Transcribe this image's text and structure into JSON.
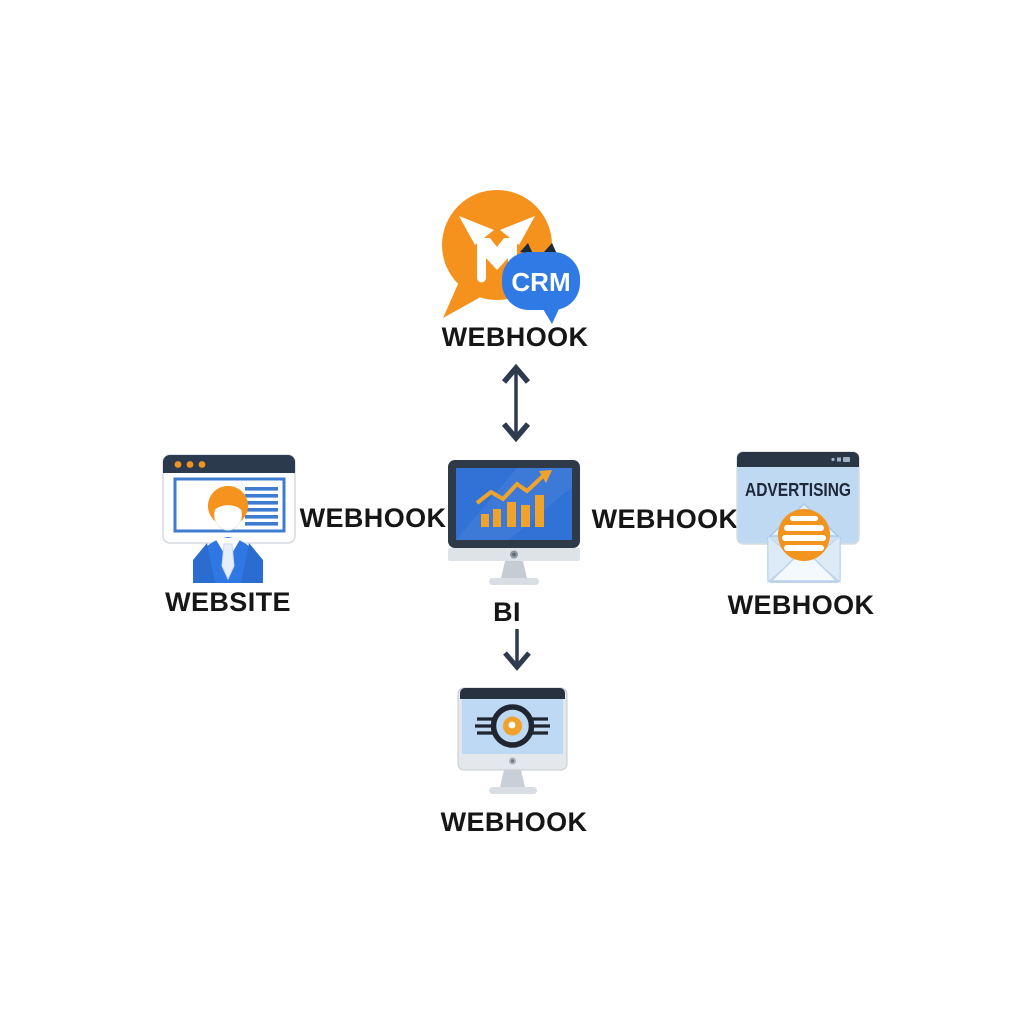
{
  "diagram": {
    "description": "Integration diagram: CRM, Website, Advertising and Analytics systems connected to a central BI monitor via webhooks",
    "nodes": {
      "crm": {
        "badge": "CRM",
        "label": "WEBHOOK"
      },
      "website": {
        "label": "WEBSITE"
      },
      "bi": {
        "label": "BI"
      },
      "advertising": {
        "screen_text": "ADVERTISING",
        "label": "WEBHOOK"
      },
      "analytics": {
        "label": "WEBHOOK"
      }
    },
    "edges": {
      "crm_bi": {
        "type": "double-arrow-vertical"
      },
      "website_bi": {
        "label": "WEBHOOK"
      },
      "bi_advertising": {
        "label": "WEBHOOK"
      },
      "bi_analytics": {
        "type": "arrow-down"
      }
    },
    "colors": {
      "background": "#ffffff",
      "orange": "#F5921E",
      "bar_orange": "#F0A32B",
      "bubble_blue": "#2F7AE5",
      "screen_blue": "#3172D6",
      "light_blue_screen": "#BDD9F3",
      "navy_dark": "#2C3A4D",
      "arrow_dark": "#2E3B4E",
      "silver": "#D9DEE4",
      "text": "#161616"
    }
  }
}
